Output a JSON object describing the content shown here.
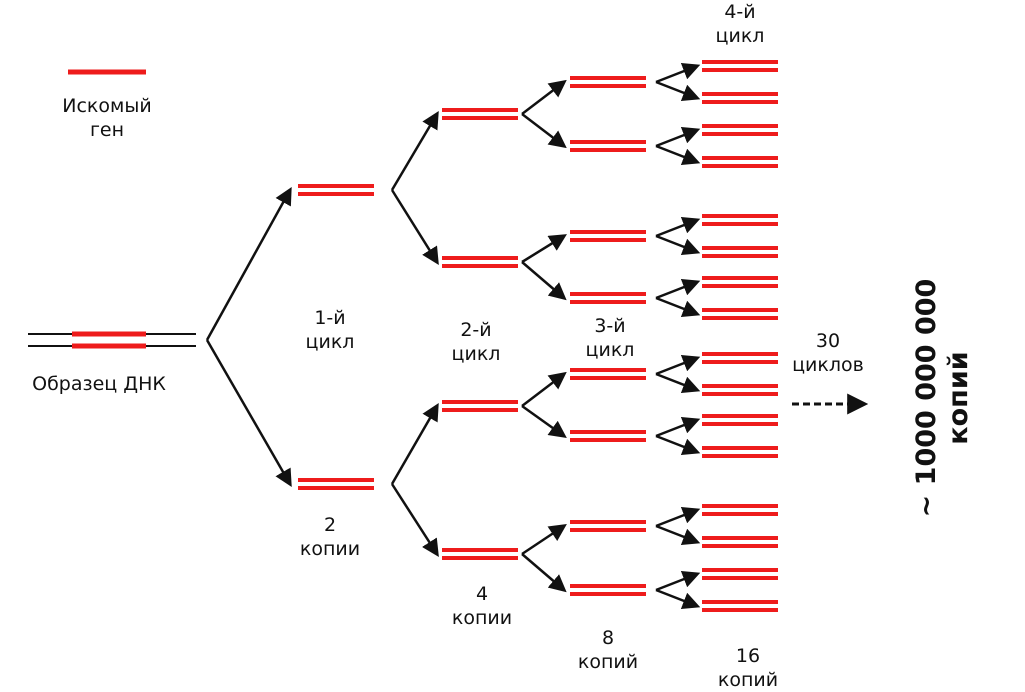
{
  "legend": {
    "line1": "Искомый",
    "line2": "ген"
  },
  "sample_label": "Образец ДНК",
  "cycles": [
    {
      "title": [
        "1-й",
        "цикл"
      ],
      "copies": [
        "2",
        "копии"
      ]
    },
    {
      "title": [
        "2-й",
        "цикл"
      ],
      "copies": [
        "4",
        "копии"
      ]
    },
    {
      "title": [
        "3-й",
        "цикл"
      ],
      "copies": [
        "8",
        "копий"
      ]
    },
    {
      "title": [
        "4-й",
        "цикл"
      ],
      "copies": [
        "16",
        "копий"
      ]
    }
  ],
  "extrapolation": {
    "line1": "30",
    "line2": "циклов"
  },
  "total": {
    "line1": "~ 1000 000 000",
    "line2": "копий"
  },
  "colors": {
    "gene": "#ee1c1c",
    "strand": "#111111",
    "arrow": "#111111"
  }
}
